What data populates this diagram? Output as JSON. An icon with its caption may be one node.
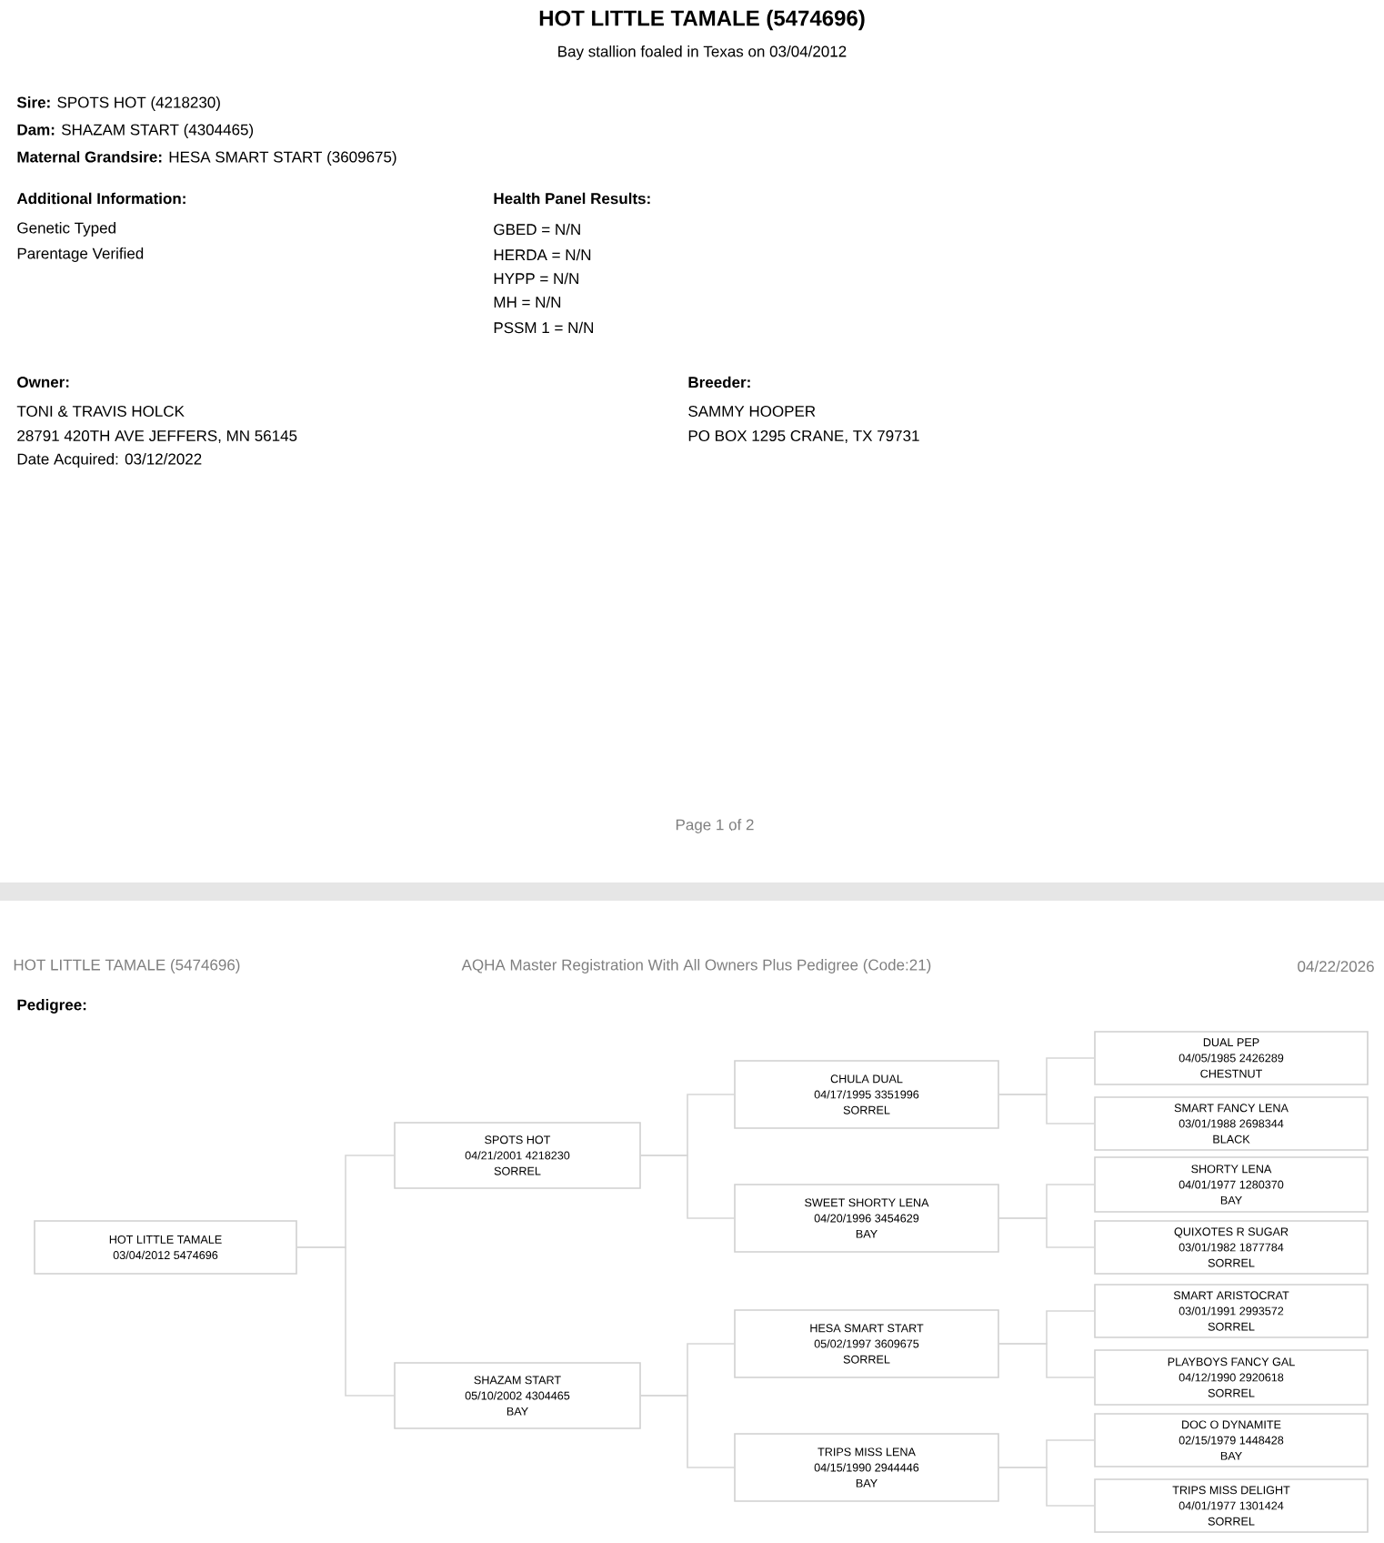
{
  "diagram": {
    "title": "HOT LITTLE TAMALE (5474696)",
    "nodes": [
      {
        "text": [
          "HOT LITTLE TAMALE",
          "03/04/2012 5474696"
        ]
      },
      {
        "text": [
          "SPOTS HOT",
          "04/21/2001 4218230",
          "SORREL"
        ]
      },
      {
        "text": [
          "SHAZAM START",
          "05/10/2002 4304465",
          "BAY"
        ]
      },
      {
        "text": [
          "CHULA DUAL",
          "04/17/1995 3351996",
          "SORREL"
        ]
      },
      {
        "text": [
          "SWEET SHORTY LENA",
          "04/20/1996 3454629",
          "BAY"
        ]
      },
      {
        "text": [
          "HESA SMART START",
          "05/02/1997 3609675",
          "SORREL"
        ]
      },
      {
        "text": [
          "TRIPS MISS LENA",
          "04/15/1990 2944446",
          "BAY"
        ]
      },
      {
        "text": [
          "DUAL PEP",
          "04/05/1985 2426289",
          "CHESTNUT"
        ]
      },
      {
        "text": [
          "SMART FANCY LENA",
          "03/01/1988 2698344",
          "BLACK"
        ]
      },
      {
        "text": [
          "SHORTY LENA",
          "04/01/1977 1280370",
          "BAY"
        ]
      },
      {
        "text": [
          "QUIXOTES R SUGAR",
          "03/01/1982 1877784",
          "SORREL"
        ]
      },
      {
        "text": [
          "SMART ARISTOCRAT",
          "03/01/1991 2993572",
          "SORREL"
        ]
      },
      {
        "text": [
          "PLAYBOYS FANCY GAL",
          "04/12/1990 2920618",
          "SORREL"
        ]
      },
      {
        "text": [
          "DOC O DYNAMITE",
          "02/15/1979 1448428",
          "BAY"
        ]
      },
      {
        "text": [
          "TRIPS MISS DELIGHT",
          "04/01/1977 1301424",
          "SORREL"
        ]
      }
    ],
    "edges": [
      {
        "from": 0,
        "to": 1,
        "arrow": "none"
      },
      {
        "from": 0,
        "to": 2,
        "arrow": "none"
      },
      {
        "from": 1,
        "to": 3,
        "arrow": "none"
      },
      {
        "from": 1,
        "to": 4,
        "arrow": "none"
      },
      {
        "from": 2,
        "to": 5,
        "arrow": "none"
      },
      {
        "from": 2,
        "to": 6,
        "arrow": "none"
      },
      {
        "from": 3,
        "to": 7,
        "arrow": "none"
      },
      {
        "from": 3,
        "to": 8,
        "arrow": "none"
      },
      {
        "from": 4,
        "to": 9,
        "arrow": "none"
      },
      {
        "from": 4,
        "to": 10,
        "arrow": "none"
      },
      {
        "from": 5,
        "to": 11,
        "arrow": "none"
      },
      {
        "from": 5,
        "to": 12,
        "arrow": "none"
      },
      {
        "from": 6,
        "to": 13,
        "arrow": "none"
      },
      {
        "from": 6,
        "to": 14,
        "arrow": "none"
      }
    ],
    "labels": [
      "Bay stallion foaled in Texas on 03/04/2012",
      "**Sire:** SPOTS HOT (4218230)",
      "**Dam:** SHAZAM START (4304465)",
      "**Maternal Grandsire:** HESA SMART START (3609675)",
      "Additional Information:",
      "Genetic Typed",
      "Parentage Verified",
      "Health Panel Results:",
      "GBED = N/N",
      "HERDA = N/N",
      "HYPP = N/N",
      "MH = N/N",
      "PSSM 1 = N/N",
      "Owner:",
      "TONI & TRAVIS HOLCK",
      "28791 420TH AVE JEFFERS, MN 56145",
      "Date Acquired: 03/12/2022",
      "Breeder:",
      "SAMMY HOOPER",
      "PO BOX 1295 CRANE, TX 79731",
      "Page 1 of 2",
      "HOT LITTLE TAMALE (5474696)",
      "AQHA Master Registration With All Owners Plus Pedigree (Code:21)",
      "04/22/2026",
      "Pedigree:"
    ]
  }
}
